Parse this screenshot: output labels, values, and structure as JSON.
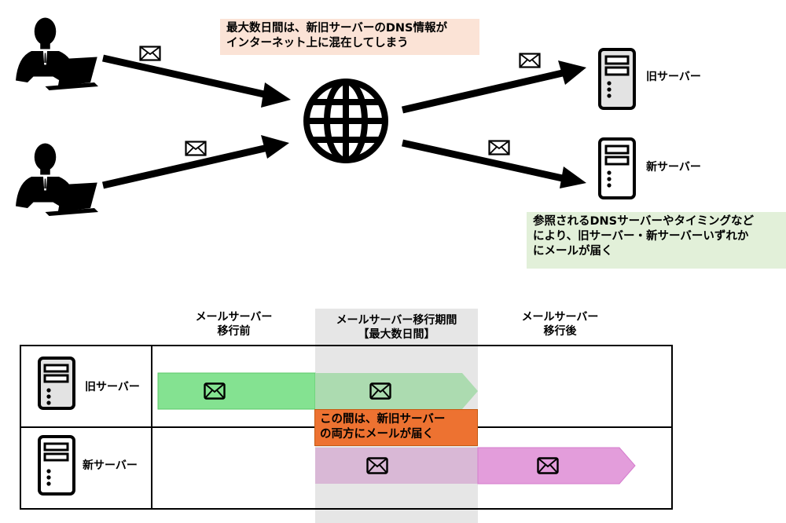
{
  "top_diagram": {
    "senders": [
      {
        "name": "sender-1",
        "icon": "person-laptop-icon"
      },
      {
        "name": "sender-2",
        "icon": "person-laptop-icon"
      }
    ],
    "hub_icon": "globe-icon",
    "mail_icon": "envelope-icon",
    "servers": [
      {
        "label": "旧サーバー",
        "icon": "server-icon",
        "style": "old"
      },
      {
        "label": "新サーバー",
        "icon": "server-icon",
        "style": "new"
      }
    ],
    "note_top": {
      "line1": "最大数日間は、新旧サーバーのDNS情報が",
      "line2": "インターネット上に混在してしまう"
    },
    "note_right": {
      "line1": "参照されるDNSサーバーやタイミングなど",
      "line2": "により、旧サーバー・新サーバーいずれか",
      "line3": "にメールが届く"
    }
  },
  "timeline": {
    "periods": [
      {
        "line1": "メールサーバー",
        "line2": "移行前"
      },
      {
        "line1": "メールサーバー移行期間",
        "line2": "【最大数日間】"
      },
      {
        "line1": "メールサーバー",
        "line2": "移行後"
      }
    ],
    "rows": [
      {
        "label": "旧サーバー",
        "bar_color": "#84e291",
        "bar_color_overlap": "#acdbb0",
        "active_periods": [
          "移行前",
          "移行期間"
        ]
      },
      {
        "label": "新サーバー",
        "bar_color": "#e39ddb",
        "bar_color_overlap": "#d9b8d6",
        "active_periods": [
          "移行期間",
          "移行後"
        ]
      }
    ],
    "overlap_note": {
      "line1": "この間は、新旧サーバー",
      "line2": "の両方にメールが届く",
      "color": "#ed7231"
    },
    "shade_color": "#e6e6e6"
  }
}
